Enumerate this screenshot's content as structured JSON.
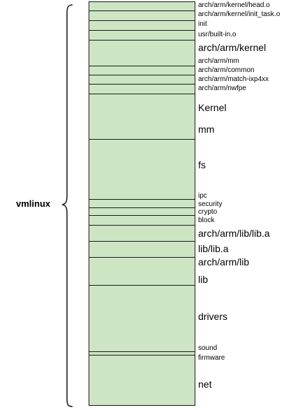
{
  "module_label": "vmlinux",
  "colors": {
    "segment_fill": "#cde5c3",
    "segment_border": "#1a1a1a"
  },
  "segments": [
    {
      "label": "arch/arm/kernel/head.o",
      "size": "small"
    },
    {
      "label": "arch/arm/kernel/init_task.o",
      "size": "small"
    },
    {
      "label": "init",
      "size": "small"
    },
    {
      "label": "usr/built-in.o",
      "size": "small"
    },
    {
      "label": "arch/arm/kernel",
      "size": "large"
    },
    {
      "label": "arch/arm/mm",
      "size": "small"
    },
    {
      "label": "arch/arm/common",
      "size": "small"
    },
    {
      "label": "arch/arm/match-ixp4xx",
      "size": "small"
    },
    {
      "label": "arch/arm/nwfpe",
      "size": "small"
    },
    {
      "label": "Kernel",
      "size": "large"
    },
    {
      "label": "mm",
      "size": "large"
    },
    {
      "label": "fs",
      "size": "large"
    },
    {
      "label": "ipc",
      "size": "small"
    },
    {
      "label": "security",
      "size": "small"
    },
    {
      "label": "crypto",
      "size": "small"
    },
    {
      "label": "block",
      "size": "small"
    },
    {
      "label": "arch/arm/lib/lib.a",
      "size": "large"
    },
    {
      "label": "lib/lib.a",
      "size": "large"
    },
    {
      "label": "arch/arm/lib",
      "size": "large"
    },
    {
      "label": "lib",
      "size": "large"
    },
    {
      "label": "drivers",
      "size": "large"
    },
    {
      "label": "sound",
      "size": "small"
    },
    {
      "label": "firmware",
      "size": "small"
    },
    {
      "label": "net",
      "size": "large"
    }
  ]
}
